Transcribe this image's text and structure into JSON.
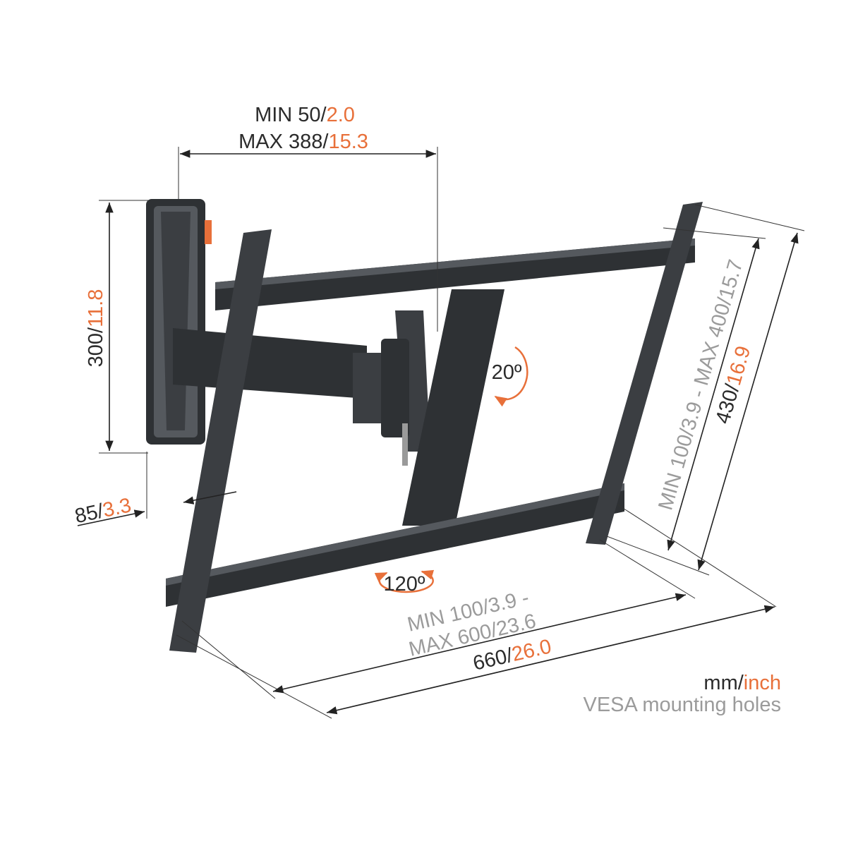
{
  "colors": {
    "accent": "#e8703a",
    "product": "#3b3e42",
    "secondary_text": "#9b9b9b"
  },
  "dimensions": {
    "arm_extension": {
      "min_prefix": "MIN 50/",
      "min_inch": "2.0",
      "max_prefix": "MAX 388/",
      "max_inch": "15.3"
    },
    "wall_plate_height": {
      "mm": "300/",
      "inch": "11.8"
    },
    "wall_distance": {
      "mm": "85/",
      "inch": "3.3"
    },
    "vesa_vertical": {
      "text": "MIN 100/3.9 - MAX 400/15.7"
    },
    "interface_height": {
      "mm": "430/",
      "inch": "16.9"
    },
    "vesa_horizontal": {
      "line1": "MIN 100/3.9 -",
      "line2": "MAX 600/23.6"
    },
    "interface_width": {
      "mm": "660/",
      "inch": "26.0"
    }
  },
  "angles": {
    "tilt": "20º",
    "swivel": "120º"
  },
  "legend": {
    "unit_mm": "mm/",
    "unit_inch": "inch",
    "vesa_note": "VESA mounting holes"
  }
}
